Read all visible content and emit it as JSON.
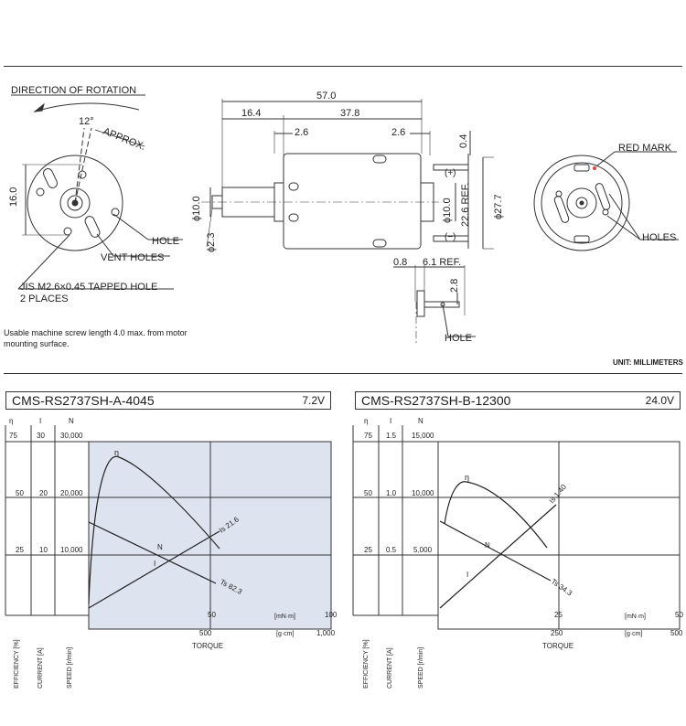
{
  "drawing": {
    "direction_of_rotation": "DIRECTION OF ROTATION",
    "angle": "12°",
    "approx": "APPROX.",
    "dim_16": "16.0",
    "hole": "HOLE",
    "vent_holes": "VENT HOLES",
    "tapped_hole_1": "JIS M2.6×0.45 TAPPED HOLE",
    "tapped_hole_2": "2 PLACES",
    "dim_57": "57.0",
    "dim_16_4": "16.4",
    "dim_37_8": "37.8",
    "dim_2_6_left": "2.6",
    "dim_2_6_right": "2.6",
    "dim_0_4": "0.4",
    "plus": "(+)",
    "minus": "(−)",
    "phi_10_left": "ϕ10.0",
    "phi_2_3": "ϕ2.3",
    "phi_10_right": "ϕ10.0",
    "ref_22_6": "22.6 REF.",
    "phi_27_7": "ϕ27.7",
    "dim_0_8": "0.8",
    "ref_6_1": "6.1 REF.",
    "dim_2_8": "2.8",
    "hole_terminal": "HOLE",
    "red_mark": "RED MARK",
    "holes": "HOLES",
    "note": "Usable machine screw length 4.0 max. from motor mounting surface.",
    "unit": "UNIT: MILLIMETERS"
  },
  "charts": [
    {
      "model": "CMS-RS2737SH-A-4045",
      "voltage": "7.2V",
      "bg": "#dde3ef",
      "scale_headers": [
        "η",
        "I",
        "N"
      ],
      "eff_ticks": [
        "75",
        "50",
        "25"
      ],
      "cur_ticks": [
        "30",
        "20",
        "10"
      ],
      "speed_ticks": [
        "30,000",
        "20,000",
        "10,000"
      ],
      "torque_ticks": [
        "50",
        "100"
      ],
      "torque_unit": "[mN·m]",
      "gcm_ticks": [
        "500",
        "1,000"
      ],
      "gcm_unit": "[g·cm]",
      "x_title": "TORQUE",
      "y_titles": [
        "EFFICIENCY [%]",
        "CURRENT [A]",
        "SPEED [r/min]"
      ],
      "label_eta": "η",
      "label_n": "N",
      "label_i": "I",
      "label_is": "Is 21.6",
      "label_ts": "Ts 82.3"
    },
    {
      "model": "CMS-RS2737SH-B-12300",
      "voltage": "24.0V",
      "bg": "#ffffff",
      "scale_headers": [
        "η",
        "I",
        "N"
      ],
      "eff_ticks": [
        "75",
        "50",
        "25"
      ],
      "cur_ticks": [
        "1.5",
        "1.0",
        "0.5"
      ],
      "speed_ticks": [
        "15,000",
        "10,000",
        "5,000"
      ],
      "torque_ticks": [
        "25",
        "50"
      ],
      "torque_unit": "[mN·m]",
      "gcm_ticks": [
        "250",
        "500"
      ],
      "gcm_unit": "[g·cm]",
      "x_title": "TORQUE",
      "y_titles": [
        "EFFICIENCY [%]",
        "CURRENT [A]",
        "SPEED [r/min]"
      ],
      "label_eta": "η",
      "label_n": "N",
      "label_i": "I",
      "label_is": "Is 1.40",
      "label_ts": "Ts 34.3"
    }
  ]
}
